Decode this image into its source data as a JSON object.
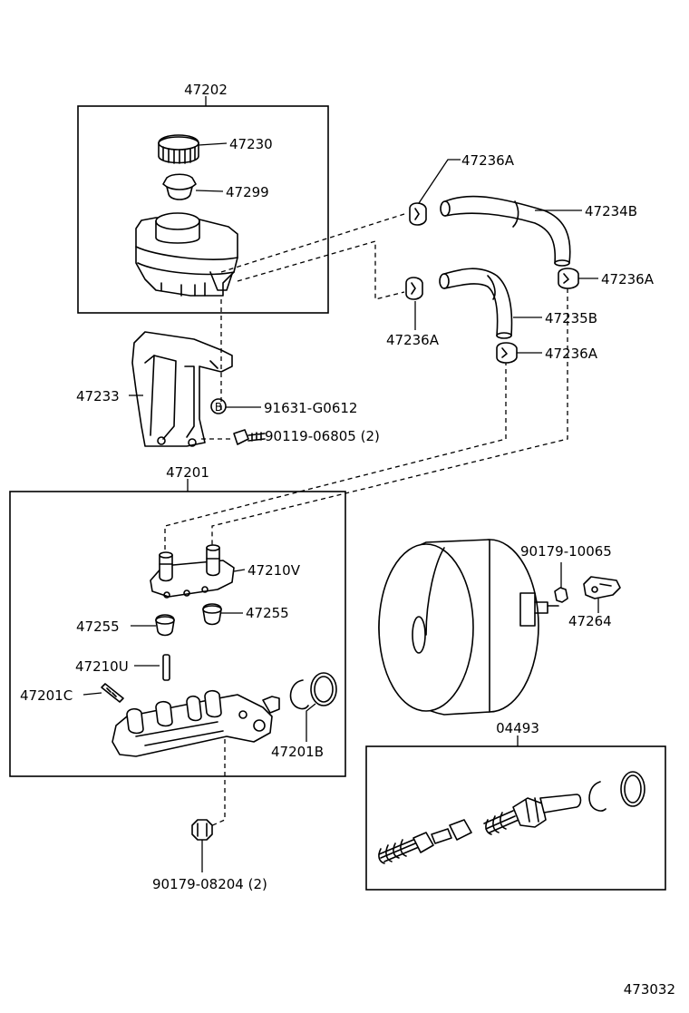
{
  "labels": {
    "assembly_reservoir": "47202",
    "cap": "47230",
    "strainer": "47299",
    "clamp_top": "47236A",
    "hose_b": "47234B",
    "clamp_right": "47236A",
    "hose_35b": "47235B",
    "clamp_left": "47236A",
    "clamp_lower": "47236A",
    "bracket": "47233",
    "screw_b": "91631-G0612",
    "bolt": "90119-06805 (2)",
    "assembly_master": "47201",
    "grommet_v": "47210V",
    "grommet_right": "47255",
    "grommet_left": "47255",
    "pin_u": "47210U",
    "pin_c": "47201C",
    "ring_b": "47201B",
    "nut_bottom": "90179-08204 (2)",
    "nut_booster": "90179-10065",
    "clevis": "47264",
    "kit": "04493",
    "figure_number": "473032"
  },
  "symbols": {
    "screw_mark": "B"
  }
}
